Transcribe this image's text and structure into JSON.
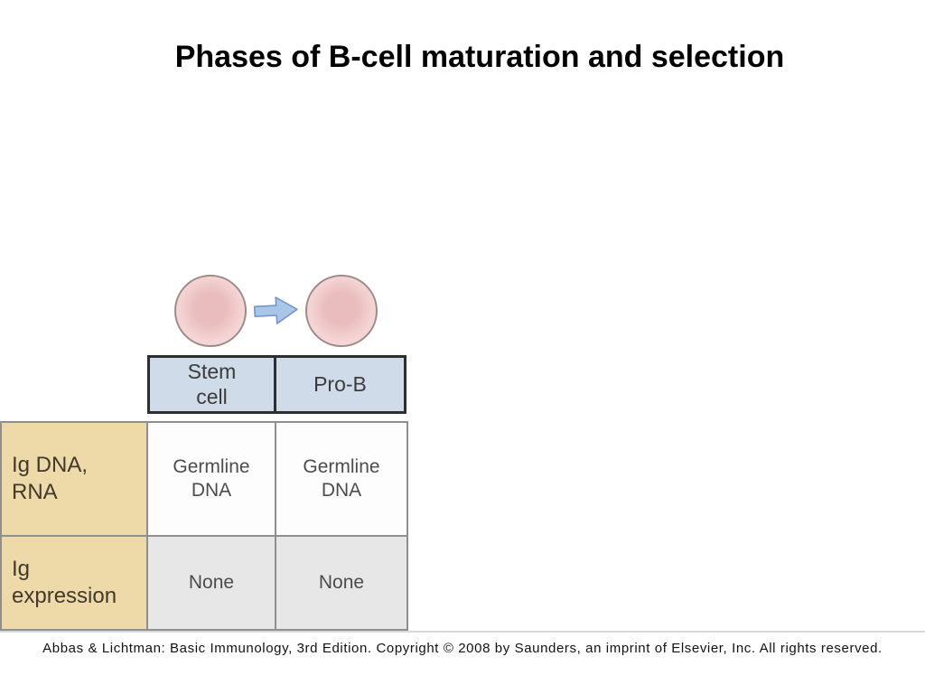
{
  "title": "Phases of B-cell maturation and selection",
  "figure": {
    "stage_headers": [
      "Stem\ncell",
      "Pro-B"
    ],
    "rows": [
      {
        "label": "Ig DNA,\nRNA",
        "values": [
          "Germline\nDNA",
          "Germline\nDNA"
        ]
      },
      {
        "label": "Ig\nexpression",
        "values": [
          "None",
          "None"
        ]
      }
    ],
    "icons": [
      "stem-cell-icon",
      "arrow-right-icon",
      "pro-b-cell-icon"
    ]
  },
  "credit": "Abbas & Lichtman: Basic Immunology, 3rd Edition. Copyright © 2008 by Saunders, an imprint of Elsevier, Inc. All rights reserved.",
  "colors": {
    "stage_header_bg": "#cfdbe9",
    "stage_header_border": "#2e2e2e",
    "row_label_bg": "#eed9a8",
    "cell_row1_bg": "#fdfdfd",
    "cell_row2_bg": "#e7e7e7",
    "table_border": "#8f8f8f",
    "cell_fill": "#f2cccc",
    "nucleus_fill": "#e9bcbe",
    "cell_outline": "#9c8b89",
    "arrow_fill": "#a9c6e8",
    "arrow_stroke": "#7394c9"
  }
}
